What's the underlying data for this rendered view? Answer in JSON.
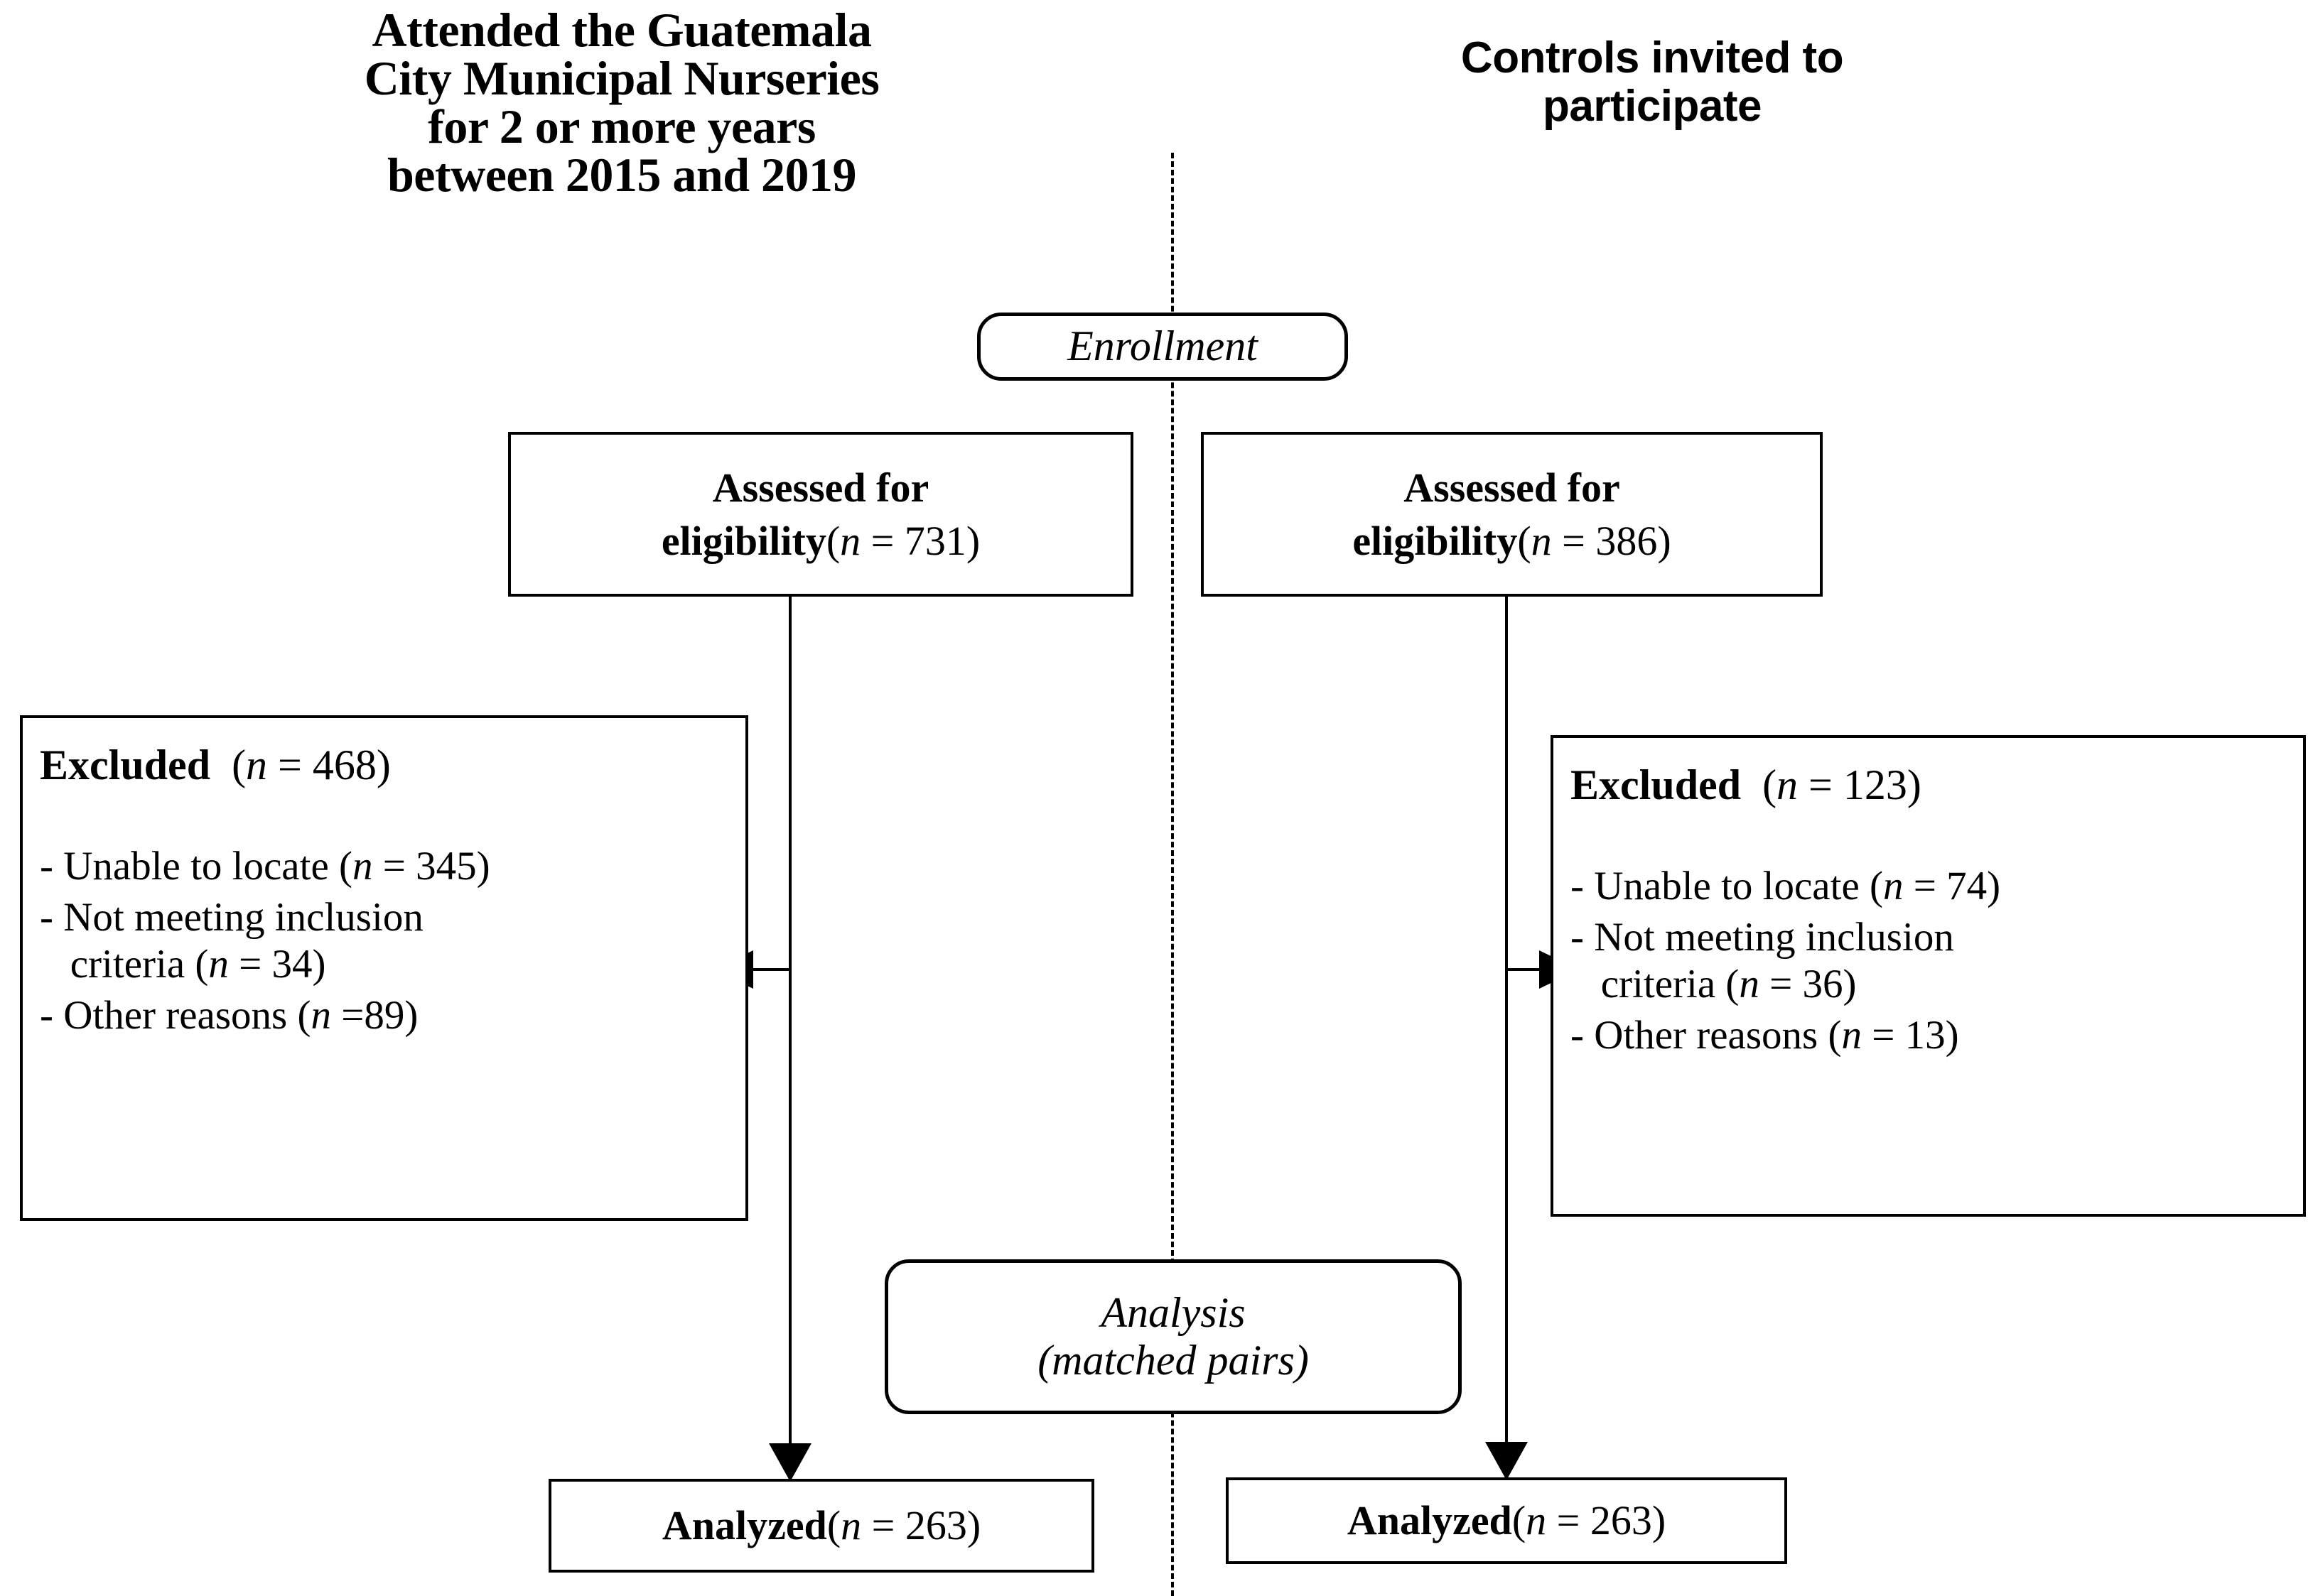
{
  "headings": {
    "left": "Attended the Guatemala City Municipal Nurseries for 2 or more years between 2015 and 2019",
    "left_lines": [
      "Attended the Guatemala",
      "City Municipal Nurseries",
      "for 2 or more years",
      "between 2015 and 2019"
    ],
    "right": "Controls invited to participate",
    "right_lines": [
      "Controls invited to",
      "participate"
    ]
  },
  "stage_labels": {
    "enrollment": "Enrollment",
    "analysis_line1": "Analysis",
    "analysis_line2": "(matched pairs)"
  },
  "assessed": {
    "left": {
      "line1": "Assessed for",
      "line2_bold": "eligibility",
      "n_symbol": "n",
      "n_prefix": "(",
      "n_eq": " = ",
      "n_value": "731",
      "n_suffix": ")"
    },
    "right": {
      "line1": "Assessed for",
      "line2_bold": "eligibility",
      "n_symbol": "n",
      "n_prefix": "(",
      "n_eq": " = ",
      "n_value": "386",
      "n_suffix": ")"
    }
  },
  "excluded": {
    "left": {
      "title_bold": "Excluded",
      "title_n": "  (n = 468)",
      "n_symbol": "n",
      "n_value": "468",
      "reasons": [
        "- Unable to locate (n = 345)",
        "- Not meeting inclusion\n   criteria (n = 34)",
        "- Other reasons (n =89)"
      ],
      "reason_values": [
        "345",
        "34",
        "89"
      ]
    },
    "right": {
      "title_bold": "Excluded",
      "title_n": "  (n = 123)",
      "n_symbol": "n",
      "n_value": "123",
      "reasons": [
        "- Unable to locate (n = 74)",
        "- Not meeting inclusion\n   criteria (n = 36)",
        "- Other reasons (n = 13)"
      ],
      "reason_values": [
        "74",
        "36",
        "13"
      ]
    }
  },
  "analyzed": {
    "left": {
      "label": "Analyzed",
      "n_text": "(n = 263)",
      "n_value": "263"
    },
    "right": {
      "label": "Analyzed",
      "n_text": "(n = 263)",
      "n_value": "263"
    }
  },
  "colors": {
    "stroke": "#000000",
    "background": "#ffffff"
  }
}
